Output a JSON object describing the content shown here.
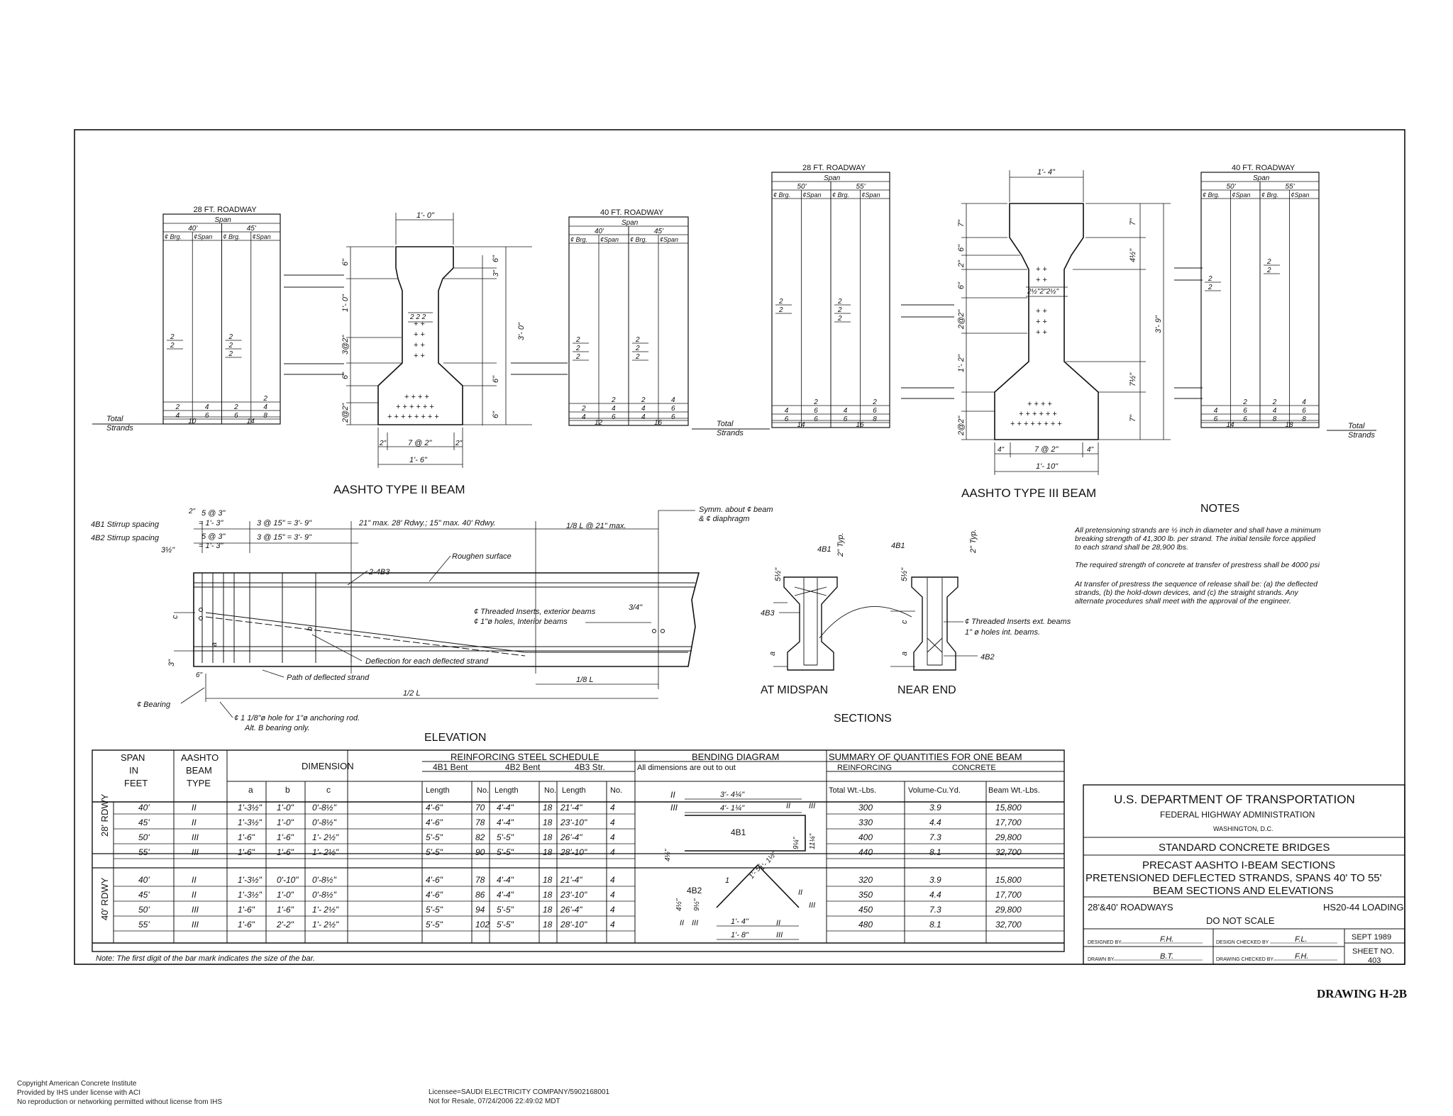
{
  "sheet": {
    "drawing_label": "DRAWING H-2B",
    "footer_left": [
      "Copyright American Concrete Institute",
      "Provided by IHS under license with ACI",
      "No reproduction or networking permitted without license from IHS"
    ],
    "footer_mid": [
      "Licensee=SAUDI ELECTRICITY COMPANY/5902168001",
      "Not for Resale, 07/24/2006 22:49:02 MDT"
    ]
  },
  "type2": {
    "title": "AASHTO TYPE  II  BEAM",
    "left_table": {
      "roadway": "28 FT. ROADWAY",
      "span": "Span",
      "spans": [
        "40'",
        "45'"
      ],
      "cols": [
        "¢ Brg.",
        "¢Span",
        "¢ Brg.",
        "¢Span"
      ],
      "upper": [
        [
          "2",
          "",
          "2",
          ""
        ],
        [
          "2",
          "",
          "2",
          ""
        ],
        [
          "",
          "",
          "2",
          ""
        ]
      ],
      "lower": [
        [
          "",
          "",
          "",
          "2"
        ],
        [
          "2",
          "4",
          "2",
          "4"
        ],
        [
          "4",
          "6",
          "6",
          "8"
        ]
      ],
      "totals": [
        "10",
        "14"
      ]
    },
    "right_table": {
      "roadway": "40 FT. ROADWAY",
      "span": "Span",
      "spans": [
        "40'",
        "45'"
      ],
      "cols": [
        "¢ Brg.",
        "¢Span",
        "¢ Brg.",
        "¢Span"
      ],
      "upper": [
        [
          "2",
          "",
          "2",
          ""
        ],
        [
          "2",
          "",
          "2",
          ""
        ],
        [
          "2",
          "",
          "2",
          ""
        ]
      ],
      "lower": [
        [
          "",
          "2",
          "2",
          "4"
        ],
        [
          "2",
          "4",
          "4",
          "6"
        ],
        [
          "4",
          "6",
          "4",
          "6"
        ]
      ],
      "totals": [
        "12",
        "16"
      ]
    },
    "dims": {
      "top": "1'- 0\"",
      "d6a": "6\"",
      "d10": "1'- 0\"",
      "d3": "3\"",
      "d6b": "6\"",
      "d30": "3'- 0\"",
      "d3o2": "3@2\"",
      "d6c": "6\"",
      "d2o2": "2@2\"",
      "d6d": "6\"",
      "d6e": "6\"",
      "bot1": "2\"",
      "bot2": "7 @ 2\"",
      "bot3": "2\"",
      "bottom": "1'- 6\""
    },
    "labels": [
      "2",
      "2",
      "2"
    ],
    "total_strands": [
      "Total",
      "Strands"
    ]
  },
  "type3": {
    "title": "AASHTO TYPE  III  BEAM",
    "left_table": {
      "roadway": "28 FT. ROADWAY",
      "span": "Span",
      "spans": [
        "50'",
        "55'"
      ],
      "cols": [
        "¢ Brg.",
        "¢Span",
        "¢ Brg.",
        "¢Span"
      ],
      "upper": [
        [
          "2",
          "",
          "2",
          ""
        ],
        [
          "2",
          "",
          "2",
          ""
        ],
        [
          "",
          "",
          "2",
          ""
        ]
      ],
      "lower": [
        [
          "",
          "2",
          "",
          "2"
        ],
        [
          "4",
          "6",
          "4",
          "6"
        ],
        [
          "6",
          "6",
          "6",
          "8"
        ]
      ],
      "totals": [
        "14",
        "16"
      ]
    },
    "right_table": {
      "roadway": "40 FT. ROADWAY",
      "span": "Span",
      "spans": [
        "50'",
        "55'"
      ],
      "cols": [
        "¢ Brg.",
        "¢Span",
        "¢ Brg.",
        "¢Span"
      ],
      "upper": [
        [
          "",
          "",
          "2",
          ""
        ],
        [
          "",
          "",
          "2",
          ""
        ],
        [
          "2",
          "",
          "",
          ""
        ],
        [
          "2",
          "",
          "",
          ""
        ]
      ],
      "lower": [
        [
          "",
          "2",
          "2",
          "4"
        ],
        [
          "4",
          "6",
          "4",
          "6"
        ],
        [
          "6",
          "6",
          "8",
          "8"
        ]
      ],
      "totals": [
        "14",
        "18"
      ]
    },
    "dims": {
      "top": "1'- 4\"",
      "d7": "7\"",
      "d4half": "4½\"",
      "d6": "6\"",
      "d2": "2\"",
      "d6b": "6\"",
      "d39": "3'- 9\"",
      "d2o2": "2@2\"",
      "d12": "1'- 2\"",
      "d7half": "7½\"",
      "d2o2b": "2@2\"",
      "d7b": "7\"",
      "strand_lbl": "2½\"2\"2½\"",
      "bot1": "4\"",
      "bot2": "7 @ 2\"",
      "bot3": "4\"",
      "bottom": "1'- 10\""
    },
    "total_strands": [
      "Total",
      "Strands"
    ]
  },
  "elevation": {
    "title": "ELEVATION",
    "stirrup1": "4B1 Stirrup spacing",
    "stirrup2": "4B2 Stirrup spacing",
    "s1a": "5 @ 3\"",
    "s1b": "= 1'- 3\"",
    "s1c": "3 @ 15\" = 3'- 9\"",
    "s1d": "21\" max. 28' Rdwy.; 15\" max. 40' Rdwy.",
    "s1e": "1/8 L @ 21\" max.",
    "s2a": "5 @ 3\"",
    "s2b": "= 1'- 3\"",
    "s2c": "3 @ 15\" = 3'- 9\"",
    "d2": "2\"",
    "d3half": "3½\"",
    "symm": "Symm. about ¢ beam",
    "symm2": "& ¢ diaphragm",
    "b43": "2-4B3",
    "rough": "Roughen surface",
    "ins1": "¢ Threaded Inserts, exterior beams",
    "ins2": "¢ 1\"ø holes, Interior beams",
    "d34": "3/4\"",
    "defl": "Deflection for each deflected strand",
    "path": "Path of deflected strand",
    "c": "c",
    "a": "a",
    "b": "b",
    "d3": "3\"",
    "d6": "6\"",
    "half": "1/2 L",
    "eighth": "1/8 L",
    "bearing": "¢ Bearing",
    "hole1": "¢ 1 1/8\"ø hole for 1\"ø anchoring rod.",
    "hole2": "Alt. B bearing only."
  },
  "sections": {
    "title": "SECTIONS",
    "mid": "AT MIDSPAN",
    "end": "NEAR END",
    "b41": "4B1",
    "b41b": "4B1",
    "b43": "4B3",
    "b42": "4B2",
    "typ": "2\" Typ.",
    "typ2": "2\" Typ.",
    "d512": "5½\"",
    "d512b": "5½\"",
    "a": "a",
    "a2": "a",
    "c": "c",
    "ins1": "¢ Threaded Inserts ext. beams",
    "ins2": "1\" ø holes int. beams."
  },
  "notes": {
    "title": "NOTES",
    "p1": [
      "All pretensioning strands are ½ inch in diameter and shall have a minimum",
      "breaking strength of 41,300 lb. per strand.  The initial tensile force applied",
      "to each strand shall be 28,900 lbs."
    ],
    "p2": [
      "The required strength of concrete at transfer of prestress shall be 4000 psi"
    ],
    "p3": [
      "At transfer of prestress the sequence of release shall be: (a) the deflected",
      "strands, (b) the hold-down devices, and (c) the straight strands.  Any",
      "alternate procedures shall meet with the approval of the engineer."
    ]
  },
  "schedule": {
    "h_span": [
      "SPAN",
      "IN",
      "FEET"
    ],
    "h_type": [
      "AASHTO",
      "BEAM",
      "TYPE"
    ],
    "h_dim": "DIMENSION",
    "h_abc": [
      "a",
      "b",
      "c"
    ],
    "h_reinf": "REINFORCING  STEEL  SCHEDULE",
    "h_bars": [
      "4B1   Bent",
      "4B2   Bent",
      "4B3   Str."
    ],
    "h_ln": [
      "Length",
      "No.",
      "Length",
      "No.",
      "Length",
      "No."
    ],
    "h_bend": "BENDING  DIAGRAM",
    "h_bend2": "All dimensions are out to out",
    "h_sum": "SUMMARY  OF  QUANTITIES  FOR  ONE  BEAM",
    "h_reinforcing": "REINFORCING",
    "h_concrete": "CONCRETE",
    "h_wt": [
      "Total Wt.-Lbs.",
      "Volume-Cu.Yd.",
      "Beam Wt.-Lbs."
    ],
    "group1": "28' RDWY",
    "group2": "40' RDWY",
    "rows28": [
      [
        "40'",
        "II",
        "1'-3½\"",
        "1'-0\"",
        "0'-8½\"",
        "4'-6\"",
        "70",
        "4'-4\"",
        "18",
        "21'-4\"",
        "4",
        "300",
        "3.9",
        "15,800"
      ],
      [
        "45'",
        "II",
        "1'-3½\"",
        "1'-0\"",
        "0'-8½\"",
        "4'-6\"",
        "78",
        "4'-4\"",
        "18",
        "23'-10\"",
        "4",
        "330",
        "4.4",
        "17,700"
      ],
      [
        "50'",
        "III",
        "1'-6\"",
        "1'-6\"",
        "1'- 2½\"",
        "5'-5\"",
        "82",
        "5'-5\"",
        "18",
        "26'-4\"",
        "4",
        "400",
        "7.3",
        "29,800"
      ],
      [
        "55'",
        "III",
        "1'-6\"",
        "1'-6\"",
        "1'- 2½\"",
        "5'-5\"",
        "90",
        "5'-5\"",
        "18",
        "28'-10\"",
        "4",
        "440",
        "8.1",
        "32,700"
      ]
    ],
    "rows40": [
      [
        "40'",
        "II",
        "1'-3½\"",
        "0'-10\"",
        "0'-8½\"",
        "4'-6\"",
        "78",
        "4'-4\"",
        "18",
        "21'-4\"",
        "4",
        "320",
        "3.9",
        "15,800"
      ],
      [
        "45'",
        "II",
        "1'-3½\"",
        "1'-0\"",
        "0'-8½\"",
        "4'-6\"",
        "86",
        "4'-4\"",
        "18",
        "23'-10\"",
        "4",
        "350",
        "4.4",
        "17,700"
      ],
      [
        "50'",
        "III",
        "1'-6\"",
        "1'-6\"",
        "1'- 2½\"",
        "5'-5\"",
        "94",
        "5'-5\"",
        "18",
        "26'-4\"",
        "4",
        "450",
        "7.3",
        "29,800"
      ],
      [
        "55'",
        "III",
        "1'-6\"",
        "2'-2\"",
        "1'- 2½\"",
        "5'-5\"",
        "102",
        "5'-5\"",
        "18",
        "28'-10\"",
        "4",
        "480",
        "8.1",
        "32,700"
      ]
    ],
    "bend": {
      "II": "II",
      "III": "III",
      "top1": "3'- 4¼\"",
      "top2": "4'- 1¼\"",
      "b41": "4B1",
      "v1": "9¼\"",
      "v2": "11¼\"",
      "v3": "4½\"",
      "b42": "4B2",
      "d1": "1'- 1½\"",
      "d2": "1'- 5\"",
      "one": "1",
      "w1": "1'- 4\"",
      "w2": "1'- 8\"",
      "v4": "4½\"",
      "v5": "9½\""
    },
    "note": "Note: The first digit of the bar mark indicates the size of the bar."
  },
  "titleblock": {
    "agency": "U.S. DEPARTMENT  OF  TRANSPORTATION",
    "admin": "FEDERAL  HIGHWAY  ADMINISTRATION",
    "city": "WASHINGTON, D.C.",
    "series": "STANDARD  CONCRETE  BRIDGES",
    "t1": "PRECAST  AASHTO  I-BEAM  SECTIONS",
    "t2": "PRETENSIONED  DEFLECTED  STRANDS, SPANS  40'  TO  55'",
    "t3": "BEAM  SECTIONS  AND  ELEVATIONS",
    "roadways": "28'&40'  ROADWAYS",
    "loading": "HS20-44  LOADING",
    "scale": "DO  NOT  SCALE",
    "designed_by_lbl": "DESIGNED BY",
    "designed_by": "F.H.",
    "drawn_by_lbl": "DRAWN BY",
    "drawn_by": "B.T.",
    "design_checked_lbl": "DESIGN CHECKED BY",
    "design_checked": "F.L.",
    "drawing_checked_lbl": "DRAWING CHECKED BY",
    "drawing_checked": "F.H.",
    "date": "SEPT 1989",
    "sheet_lbl": "SHEET NO.",
    "sheet": "403"
  }
}
